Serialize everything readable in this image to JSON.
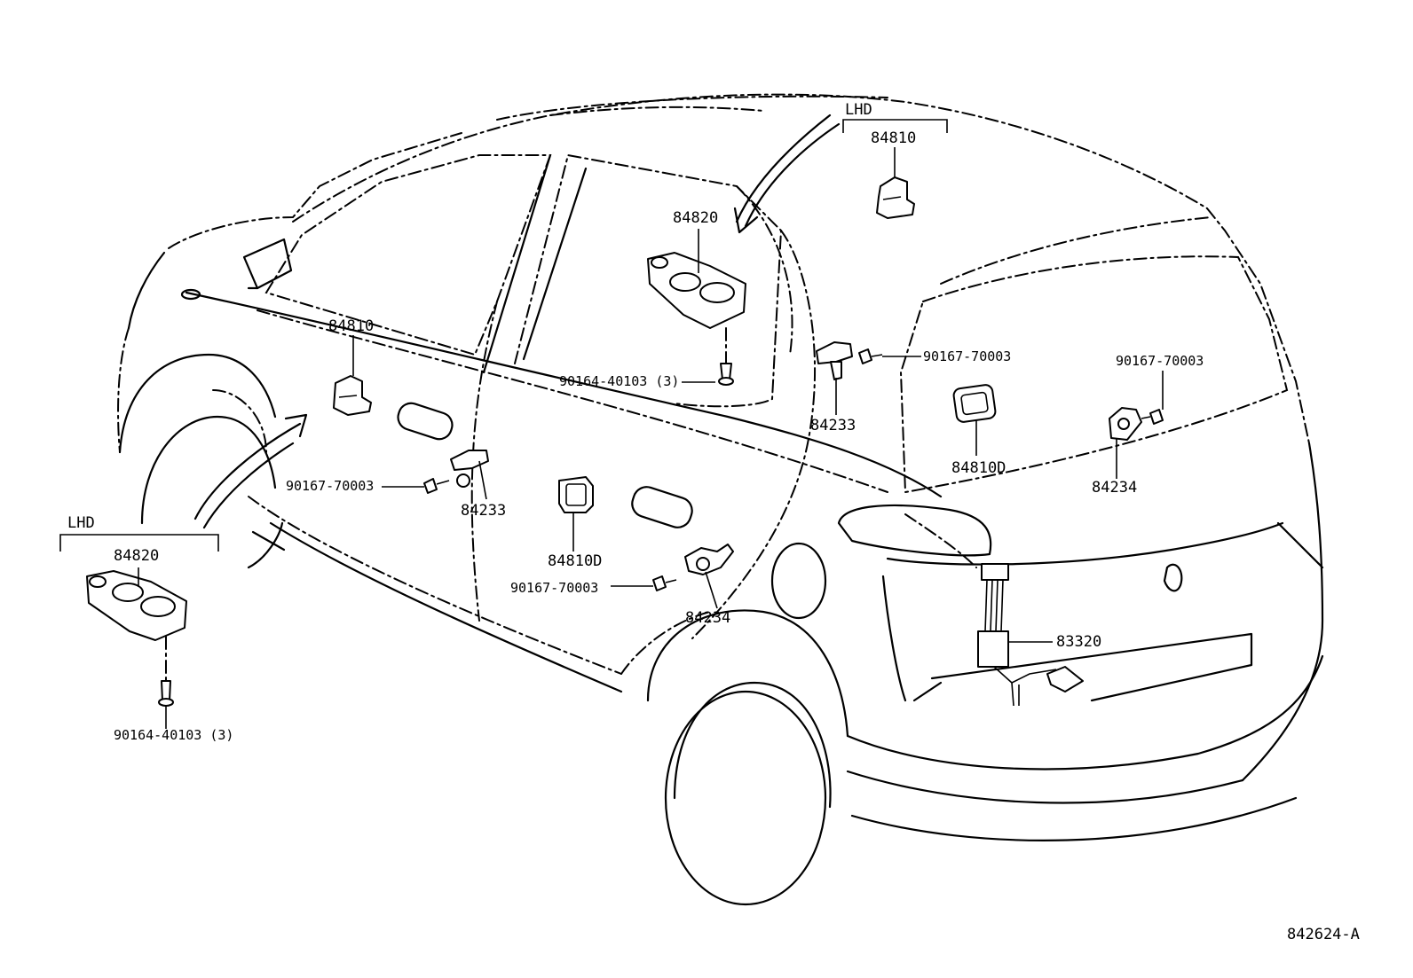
{
  "diagram": {
    "labels": {
      "lhd_top": "LHD",
      "lhd_left": "LHD",
      "p84810_top": "84810",
      "p84820_top": "84820",
      "p84810_door": "84810",
      "p90164_top": "90164-40103 (3)",
      "p90167_a": "90167-70003",
      "p84233_a": "84233",
      "p90167_b": "90167-70003",
      "p84810D_rear": "84810D",
      "p90167_c": "90167-70003",
      "p84234_a": "84234",
      "p84233_b": "84233",
      "p84810D_front": "84810D",
      "p90167_d": "90167-70003",
      "p84234_b": "84234",
      "p83320": "83320",
      "p84820_left": "84820",
      "p90164_left": "90164-40103 (3)",
      "figure_code": "842624-A"
    }
  }
}
